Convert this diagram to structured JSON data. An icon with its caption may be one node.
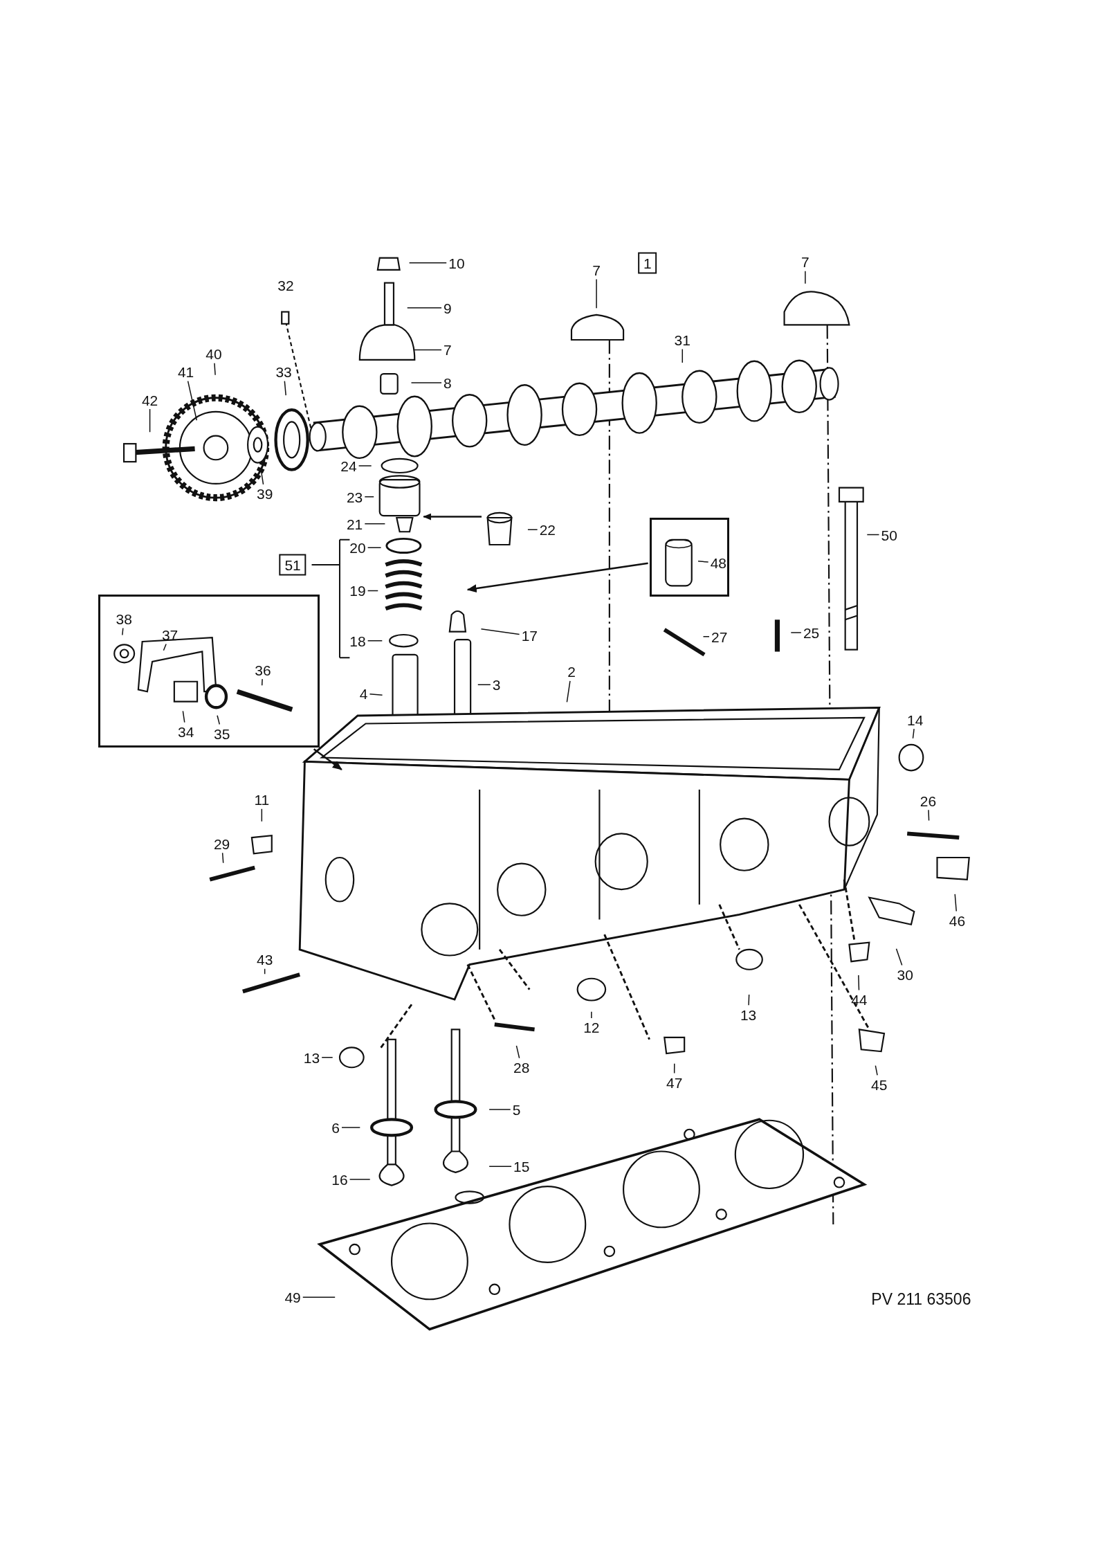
{
  "diagram": {
    "nodes": [
      {
        "text": [
          "10"
        ]
      },
      {
        "text": [
          "1"
        ]
      },
      {
        "text": [
          "7"
        ]
      },
      {
        "text": [
          "7"
        ]
      },
      {
        "text": [
          "32"
        ]
      },
      {
        "text": [
          "9"
        ]
      },
      {
        "text": [
          "31"
        ]
      },
      {
        "text": [
          "7"
        ]
      },
      {
        "text": [
          "40"
        ]
      },
      {
        "text": [
          "41"
        ]
      },
      {
        "text": [
          "33"
        ]
      },
      {
        "text": [
          "8"
        ]
      },
      {
        "text": [
          "42"
        ]
      },
      {
        "text": [
          "24"
        ]
      },
      {
        "text": [
          "39"
        ]
      },
      {
        "text": [
          "23"
        ]
      },
      {
        "text": [
          "21"
        ]
      },
      {
        "text": [
          "22"
        ]
      },
      {
        "text": [],
        "shape": "box"
      },
      {
        "text": [
          "48"
        ],
        "in": 18
      },
      {
        "text": [
          "50"
        ]
      },
      {
        "text": [
          "20"
        ]
      },
      {
        "text": [
          "51"
        ]
      },
      {
        "text": [
          "19"
        ]
      },
      {
        "text": [],
        "shape": "box"
      },
      {
        "text": [
          "38"
        ],
        "in": 24
      },
      {
        "text": [
          "37"
        ],
        "in": 24
      },
      {
        "text": [
          "17"
        ]
      },
      {
        "text": [
          "27"
        ]
      },
      {
        "text": [
          "25"
        ]
      },
      {
        "text": [
          "18"
        ]
      },
      {
        "text": [
          "36"
        ],
        "in": 24
      },
      {
        "text": [
          "2"
        ]
      },
      {
        "text": [
          "3"
        ]
      },
      {
        "text": [
          "4"
        ]
      },
      {
        "text": [
          "34"
        ],
        "in": 24
      },
      {
        "text": [
          "35"
        ],
        "in": 24
      },
      {
        "text": [
          "14"
        ]
      },
      {
        "text": [
          "26"
        ]
      },
      {
        "text": [
          "11"
        ]
      },
      {
        "text": [
          "29"
        ]
      },
      {
        "text": [
          "46"
        ]
      },
      {
        "text": [
          "43"
        ]
      },
      {
        "text": [
          "30"
        ]
      },
      {
        "text": [
          "44"
        ]
      },
      {
        "text": [
          "13"
        ]
      },
      {
        "text": [
          "12"
        ]
      },
      {
        "text": [
          "13"
        ]
      },
      {
        "text": [
          "28"
        ]
      },
      {
        "text": [
          "47"
        ]
      },
      {
        "text": [
          "45"
        ]
      },
      {
        "text": [
          "5"
        ]
      },
      {
        "text": [
          "6"
        ]
      },
      {
        "text": [
          "15"
        ]
      },
      {
        "text": [
          "16"
        ]
      },
      {
        "text": [
          "49"
        ]
      }
    ],
    "edges": [
      {
        "from": 0,
        "to": null,
        "arrow": "none"
      },
      {
        "from": 2,
        "to": null,
        "arrow": "none"
      },
      {
        "from": 3,
        "to": null,
        "arrow": "none"
      },
      {
        "from": 5,
        "to": null,
        "arrow": "none"
      },
      {
        "from": 6,
        "to": null,
        "arrow": "none"
      },
      {
        "from": 7,
        "to": null,
        "arrow": "none"
      },
      {
        "from": 8,
        "to": null,
        "arrow": "none"
      },
      {
        "from": 9,
        "to": null,
        "arrow": "none"
      },
      {
        "from": 10,
        "to": null,
        "arrow": "none"
      },
      {
        "from": 11,
        "to": null,
        "arrow": "none"
      },
      {
        "from": 12,
        "to": null,
        "arrow": "none"
      },
      {
        "from": 13,
        "to": null,
        "arrow": "none"
      },
      {
        "from": 14,
        "to": null,
        "arrow": "none"
      },
      {
        "from": 15,
        "to": null,
        "arrow": "none"
      },
      {
        "from": 16,
        "to": null,
        "arrow": "none"
      },
      {
        "from": 17,
        "to": null,
        "arrow": "none"
      },
      {
        "from": 18,
        "to": null,
        "arrow": "to"
      },
      {
        "from": 19,
        "to": null,
        "arrow": "none"
      },
      {
        "from": 20,
        "to": null,
        "arrow": "none"
      },
      {
        "from": 21,
        "to": null,
        "arrow": "none"
      },
      {
        "from": 23,
        "to": null,
        "arrow": "none"
      },
      {
        "from": 24,
        "to": null,
        "arrow": "to"
      },
      {
        "from": 25,
        "to": null,
        "arrow": "none"
      },
      {
        "from": 26,
        "to": null,
        "arrow": "none"
      },
      {
        "from": 27,
        "to": null,
        "arrow": "none"
      },
      {
        "from": 28,
        "to": null,
        "arrow": "none"
      },
      {
        "from": 29,
        "to": null,
        "arrow": "none"
      },
      {
        "from": 30,
        "to": null,
        "arrow": "none"
      },
      {
        "from": 31,
        "to": null,
        "arrow": "none"
      },
      {
        "from": 32,
        "to": null,
        "arrow": "none"
      },
      {
        "from": 33,
        "to": null,
        "arrow": "none"
      },
      {
        "from": 34,
        "to": null,
        "arrow": "none"
      },
      {
        "from": 35,
        "to": null,
        "arrow": "none"
      },
      {
        "from": 36,
        "to": null,
        "arrow": "none"
      },
      {
        "from": 37,
        "to": null,
        "arrow": "none"
      },
      {
        "from": 38,
        "to": null,
        "arrow": "none"
      },
      {
        "from": 39,
        "to": null,
        "arrow": "none"
      },
      {
        "from": 40,
        "to": null,
        "arrow": "none"
      },
      {
        "from": 41,
        "to": null,
        "arrow": "none"
      },
      {
        "from": 42,
        "to": null,
        "arrow": "none"
      },
      {
        "from": 43,
        "to": null,
        "arrow": "none"
      },
      {
        "from": 44,
        "to": null,
        "arrow": "none"
      },
      {
        "from": 45,
        "to": null,
        "arrow": "none"
      },
      {
        "from": 46,
        "to": null,
        "arrow": "none"
      },
      {
        "from": 47,
        "to": null,
        "arrow": "none"
      },
      {
        "from": 48,
        "to": null,
        "arrow": "none"
      },
      {
        "from": 49,
        "to": null,
        "arrow": "none"
      },
      {
        "from": 50,
        "to": null,
        "arrow": "none"
      },
      {
        "from": 51,
        "to": null,
        "arrow": "none"
      },
      {
        "from": 52,
        "to": null,
        "arrow": "none"
      },
      {
        "from": 53,
        "to": null,
        "arrow": "none"
      },
      {
        "from": 54,
        "to": null,
        "arrow": "none"
      },
      {
        "from": 55,
        "to": null,
        "arrow": "none"
      }
    ],
    "labels": [
      "PV 211 63506"
    ]
  }
}
